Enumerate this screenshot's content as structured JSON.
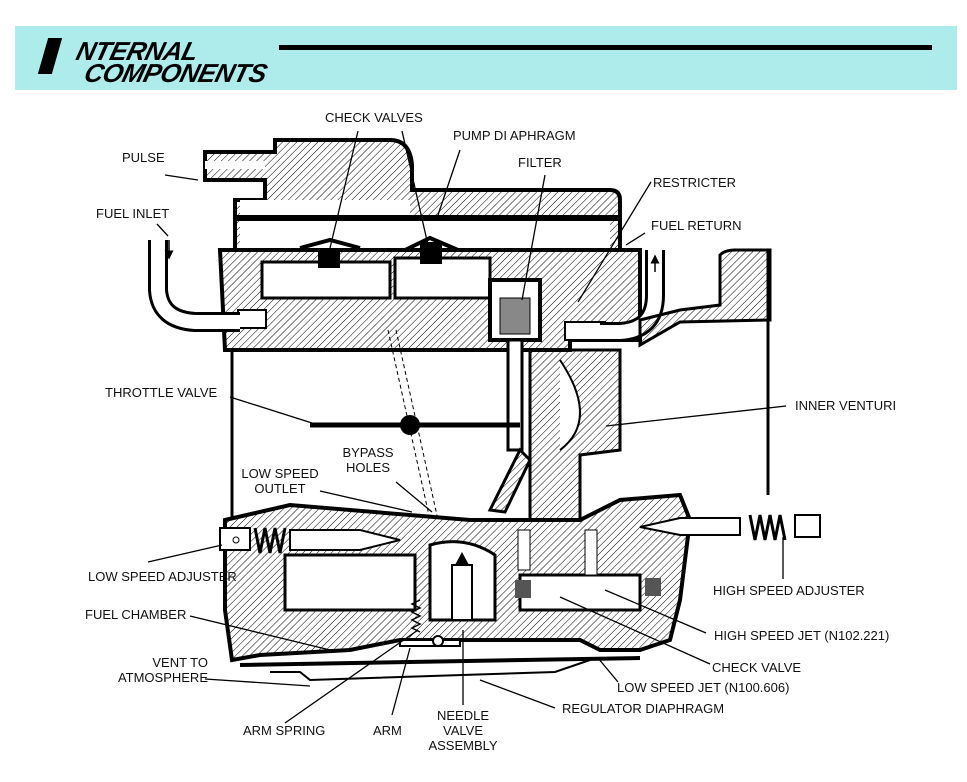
{
  "header": {
    "title_line1": "NTERNAL",
    "title_line2": "COMPONENTS",
    "title_initial": "I",
    "background_color": "#aeecec"
  },
  "diagram": {
    "subject": "carburetor cross-section",
    "labels": {
      "check_valves": "CHECK VALVES",
      "pump_diaphragm": "PUMP DI APHRAGM",
      "pulse": "PULSE",
      "filter": "FILTER",
      "restricter": "RESTRICTER",
      "fuel_inlet": "FUEL INLET",
      "fuel_return": "FUEL RETURN",
      "throttle_valve": "THROTTLE VALVE",
      "inner_venturi": "INNER VENTURI",
      "bypass_holes_1": "BYPASS",
      "bypass_holes_2": "HOLES",
      "low_speed_outlet_1": "LOW SPEED",
      "low_speed_outlet_2": "OUTLET",
      "low_speed_adjuster": "LOW SPEED ADJUSTER",
      "high_speed_adjuster": "HIGH SPEED ADJUSTER",
      "fuel_chamber": "FUEL CHAMBER",
      "high_speed_jet": "HIGH SPEED JET (N102.221)",
      "vent_1": "VENT TO",
      "vent_2": "ATMOSPHERE",
      "check_valve": "CHECK VALVE",
      "low_speed_jet": "LOW SPEED JET (N100.606)",
      "regulator_diaphragm": "REGULATOR DIAPHRAGM",
      "arm_spring": "ARM SPRING",
      "arm": "ARM",
      "needle_1": "NEEDLE",
      "needle_2": "VALVE",
      "needle_3": "ASSEMBLY"
    }
  }
}
